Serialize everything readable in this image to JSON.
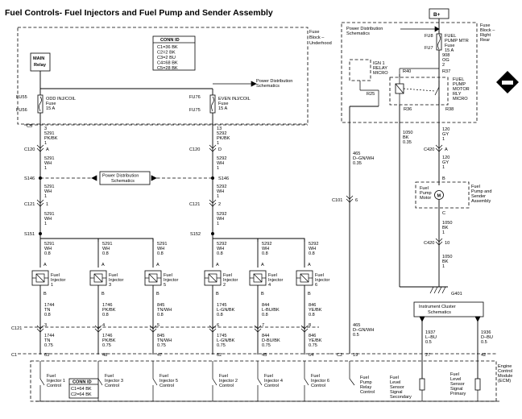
{
  "title": "Fuel Controls- Fuel Injectors and Fuel Pump and Sender Assembly",
  "underhood_fuse_block": {
    "label_1": "Fuse",
    "label_2": "Block –",
    "label_3": "Underhood",
    "main_relay_1": "MAIN",
    "main_relay_2": "Relay",
    "conn_title": "CONN ID",
    "conn_lines": [
      "C1=36 BK",
      "C2=2 BK",
      "C3=2 BU",
      "C4=68 BK",
      "C5=28 BK"
    ],
    "fu55": "FU55",
    "fu56": "FU56",
    "odd_fuse_1": "ODD INJ/COIL",
    "odd_fuse_2": "Fuse",
    "odd_fuse_3": "15 A",
    "fu76": "FU76",
    "fu75": "FU75",
    "even_fuse_1": "EVEN INJ/COIL",
    "even_fuse_2": "Fuse",
    "even_fuse_3": "15 A",
    "pds_1": "Power Distribution",
    "pds_2": "Schematics"
  },
  "left_trunk": {
    "c5": "C5",
    "c5_pin": "3",
    "w1a": "5291",
    "w1b": "PK/BK",
    "w1c": "1",
    "c120": "C120",
    "c120_pin": "A",
    "w2a": "5291",
    "w2b": "WH",
    "w2c": "1",
    "s146": "S146",
    "w3a": "5291",
    "w3b": "WH",
    "w3c": "1",
    "c121": "C121",
    "c121_pin": "1",
    "w4a": "5291",
    "w4b": "WH",
    "w4c": "1",
    "s151": "S151"
  },
  "right_trunk": {
    "c5_pin": "13",
    "w1a": "5292",
    "w1b": "PK/BK",
    "w1c": "1",
    "c120": "C120",
    "c120_pin": "D",
    "w2a": "5292",
    "w2b": "WH",
    "w2c": "1",
    "s146": "S146",
    "w3a": "5292",
    "w3b": "WH",
    "w3c": "1",
    "c121": "C121",
    "c121_pin": "2",
    "w4a": "5292",
    "w4b": "WH",
    "w4c": "1",
    "s152": "S152"
  },
  "pds_middle_1": "Power Distribution",
  "pds_middle_2": "Schematics",
  "injectors": [
    {
      "feed_a": "5291",
      "feed_b": "WH",
      "feed_c": "0.8",
      "label_1": "Fuel",
      "label_2": "Injector",
      "label_3": "1",
      "out_a": "1744",
      "out_b": "TN",
      "out_c": "0.8",
      "c121_pin": "3",
      "bot_a": "1744",
      "bot_b": "TN",
      "bot_c": "0.75",
      "c1_pin": "63",
      "ecm_1": "Fuel",
      "ecm_2": "Injector 1",
      "ecm_3": "Control"
    },
    {
      "feed_a": "5291",
      "feed_b": "WH",
      "feed_c": "0.8",
      "label_1": "Fuel",
      "label_2": "Injector",
      "label_3": "3",
      "out_a": "1746",
      "out_b": "PK/BK",
      "out_c": "0.8",
      "c121_pin": "4",
      "bot_a": "1746",
      "bot_b": "PK/BK",
      "bot_c": "0.75",
      "c1_pin": "48",
      "ecm_1": "Fuel",
      "ecm_2": "Injector 3",
      "ecm_3": "Control"
    },
    {
      "feed_a": "5291",
      "feed_b": "WH",
      "feed_c": "0.8",
      "label_1": "Fuel",
      "label_2": "Injector",
      "label_3": "5",
      "out_a": "845",
      "out_b": "TN/WH",
      "out_c": "0.8",
      "c121_pin": "5",
      "bot_a": "845",
      "bot_b": "TN/WH",
      "bot_c": "0.75",
      "c1_pin": "47",
      "ecm_1": "Fuel",
      "ecm_2": "Injector 5",
      "ecm_3": "Control"
    },
    {
      "feed_a": "5292",
      "feed_b": "WH",
      "feed_c": "0.8",
      "label_1": "Fuel",
      "label_2": "Injector",
      "label_3": "2",
      "out_a": "1745",
      "out_b": "L-GN/BK",
      "out_c": "0.8",
      "c121_pin": "6",
      "bot_a": "1745",
      "bot_b": "L-GN/BK",
      "bot_c": "0.75",
      "c1_pin": "62",
      "ecm_1": "Fuel",
      "ecm_2": "Injector 2",
      "ecm_3": "Control"
    },
    {
      "feed_a": "5292",
      "feed_b": "WH",
      "feed_c": "0.8",
      "label_1": "Fuel",
      "label_2": "Injector",
      "label_3": "4",
      "out_a": "844",
      "out_b": "L-BU/BK",
      "out_c": "0.8",
      "c121_pin": "7",
      "bot_a": "844",
      "bot_b": "D-BU/BK",
      "bot_c": "0.75",
      "c1_pin": "45",
      "ecm_1": "Fuel",
      "ecm_2": "Injector 4",
      "ecm_3": "Control"
    },
    {
      "feed_a": "5292",
      "feed_b": "WH",
      "feed_c": "0.8",
      "label_1": "Fuel",
      "label_2": "Injector",
      "label_3": "6",
      "out_a": "846",
      "out_b": "YE/BK",
      "out_c": "0.8",
      "c121_pin": "8",
      "bot_a": "846",
      "bot_b": "YE/BK",
      "bot_c": "0.75",
      "c1_pin": "64",
      "ecm_1": "Fuel",
      "ecm_2": "Injector 6",
      "ecm_3": "Control"
    }
  ],
  "pin_a": "A",
  "pin_b": "B",
  "c121_bottom": "C121",
  "c1": "C1",
  "c2": "C2",
  "ecm": {
    "conn_title": "CONN ID",
    "conn_1": "C1=64 BK",
    "conn_2": "C2=64 BK",
    "label_1": "Engine",
    "label_2": "Control",
    "label_3": "Module",
    "label_4": "(ECM)",
    "pump_relay_1": "Fuel",
    "pump_relay_2": "Pump",
    "pump_relay_3": "Relay",
    "pump_relay_4": "Control",
    "sec_1": "Fuel",
    "sec_2": "Level",
    "sec_3": "Sensor",
    "sec_4": "Signal",
    "sec_5": "Secondary",
    "pri_1": "Fuel",
    "pri_2": "Level",
    "pri_3": "Sensor",
    "pri_4": "Signal",
    "pri_5": "Primary"
  },
  "rear_fuse_block": {
    "bplus": "B+",
    "label_1": "Fuse",
    "label_2": "Block –",
    "label_3": "Right",
    "label_4": "Rear",
    "pds_1": "Power Distribution",
    "pds_2": "Schematics",
    "fu8": "FU8",
    "fu7": "FU7",
    "fuse_1": "FUEL",
    "fuse_2": "PUMP MTR",
    "fuse_3": "Fuse",
    "fuse_4": "15 A",
    "w908a": "908",
    "w908b": "OG",
    "w908c": "2",
    "r37": "R37",
    "r40": "R40",
    "ign_1": "IGN 1",
    "ign_2": "RELAY",
    "ign_3": "MICRO",
    "r25": "R25",
    "r36": "R36",
    "r38": "R38",
    "relay_1": "FUEL",
    "relay_2": "PUMP",
    "relay_3": "MOTOR",
    "relay_4": "RLY",
    "relay_5": "MICRO"
  },
  "pump_circuit": {
    "w120a_1": "120",
    "w120b_1": "GY",
    "w120c_1": "1",
    "c420": "C420",
    "c420_pin": "A",
    "w120a_2": "120",
    "w120b_2": "GY",
    "w120c_2": "1",
    "pin_b": "B",
    "motor_symbol": "M",
    "motor_1": "Fuel",
    "motor_2": "Pump",
    "motor_3": "Motor",
    "assy_1": "Fuel",
    "assy_2": "Pump and",
    "assy_3": "Sender",
    "assy_4": "Assembly",
    "pin_c": "C",
    "w1050a_1": "1050",
    "w1050b_1": "BK",
    "w1050c_1": "1",
    "c420b": "C420",
    "c420b_pin": "10",
    "w1050a_2": "1050",
    "w1050b_2": "BK",
    "w1050c_2": "1",
    "w1050a_3": "1050",
    "w1050b_3": "BK",
    "w1050c_3": "0.35",
    "g401": "G401",
    "ics_1": "Instrument Cluster",
    "ics_2": "Schematics",
    "w465a_1": "465",
    "w465b_1": "D–GN/WH",
    "w465c_1": "0.35",
    "c101": "C101",
    "c101_pin": "6",
    "w465a_2": "465",
    "w465b_2": "D–GN/WH",
    "w465c_2": "0.5",
    "c2_pin_relay": "19",
    "w1937a": "1937",
    "w1937b": "L–BU",
    "w1937c": "0.5",
    "c2_pin_1937": "27",
    "w1936a": "1936",
    "w1936b": "D–BU",
    "w1936c": "0.5",
    "c2_pin_1936": "42"
  }
}
